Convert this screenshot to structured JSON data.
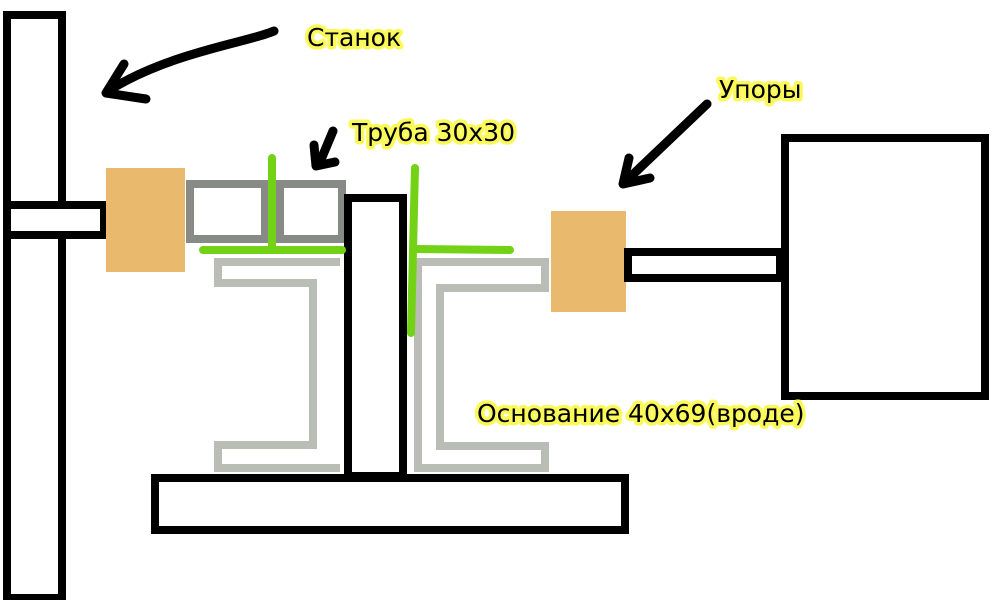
{
  "labels": {
    "machine": "Станок",
    "stops": "Упоры",
    "tube": "Труба 30х30",
    "base": "Основание 40х69(вроде)"
  },
  "colors": {
    "outline": "#000000",
    "wood_block": "#e9b96e",
    "square_tube": "#888a85",
    "channel_profile": "#babdb6",
    "weld_lines": "#73d216",
    "label_highlight": "#fbf95a"
  },
  "icons": {
    "machine_pointer": "curved-arrow-icon",
    "tube_pointer": "short-arrow-icon",
    "stops_pointer": "diagonal-arrow-icon"
  }
}
